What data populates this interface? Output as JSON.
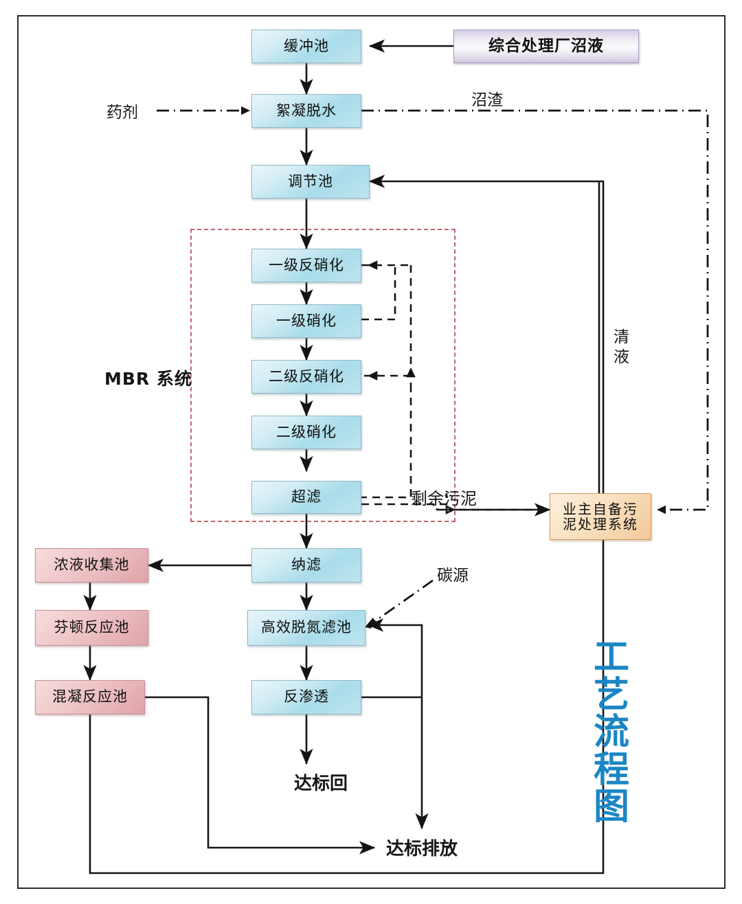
{
  "diagram": {
    "title_vertical": [
      "工",
      "艺",
      "流",
      "程",
      "图"
    ],
    "region_label": "MBR 系统",
    "accent_blue": "#1b86c4",
    "mbr_border": "#c0636c"
  },
  "nodes": {
    "buffer_pool": {
      "label": "缓冲池",
      "type": "blue"
    },
    "source": {
      "label": "综合处理厂沼液",
      "type": "purple"
    },
    "floc_dewater": {
      "label": "絮凝脱水",
      "type": "blue"
    },
    "regulating_pool": {
      "label": "调节池",
      "type": "blue"
    },
    "denitrify_1": {
      "label": "一级反硝化",
      "type": "blue"
    },
    "nitrify_1": {
      "label": "一级硝化",
      "type": "blue"
    },
    "denitrify_2": {
      "label": "二级反硝化",
      "type": "blue"
    },
    "nitrify_2": {
      "label": "二级硝化",
      "type": "blue"
    },
    "ultrafiltration": {
      "label": "超滤",
      "type": "blue"
    },
    "nanofiltration": {
      "label": "纳滤",
      "type": "blue"
    },
    "denitrogen_filter": {
      "label": "高效脱氮滤池",
      "type": "blue"
    },
    "reverse_osmosis": {
      "label": "反渗透",
      "type": "blue"
    },
    "concentrate_pool": {
      "label": "浓液收集池",
      "type": "pink"
    },
    "fenton_pool": {
      "label": "芬顿反应池",
      "type": "pink"
    },
    "coagulation_pool": {
      "label": "混凝反应池",
      "type": "pink"
    },
    "sludge_system": {
      "label": "业主自备污\n泥处理系统",
      "type": "orange"
    }
  },
  "labels": {
    "reagent": "药剂",
    "biogas_residue": "沼渣",
    "clear_liquid": "清\n液",
    "excess_sludge": "剩余污泥",
    "carbon_source": "碳源",
    "compliant_return": "达标回",
    "compliant_discharge": "达标排放"
  }
}
